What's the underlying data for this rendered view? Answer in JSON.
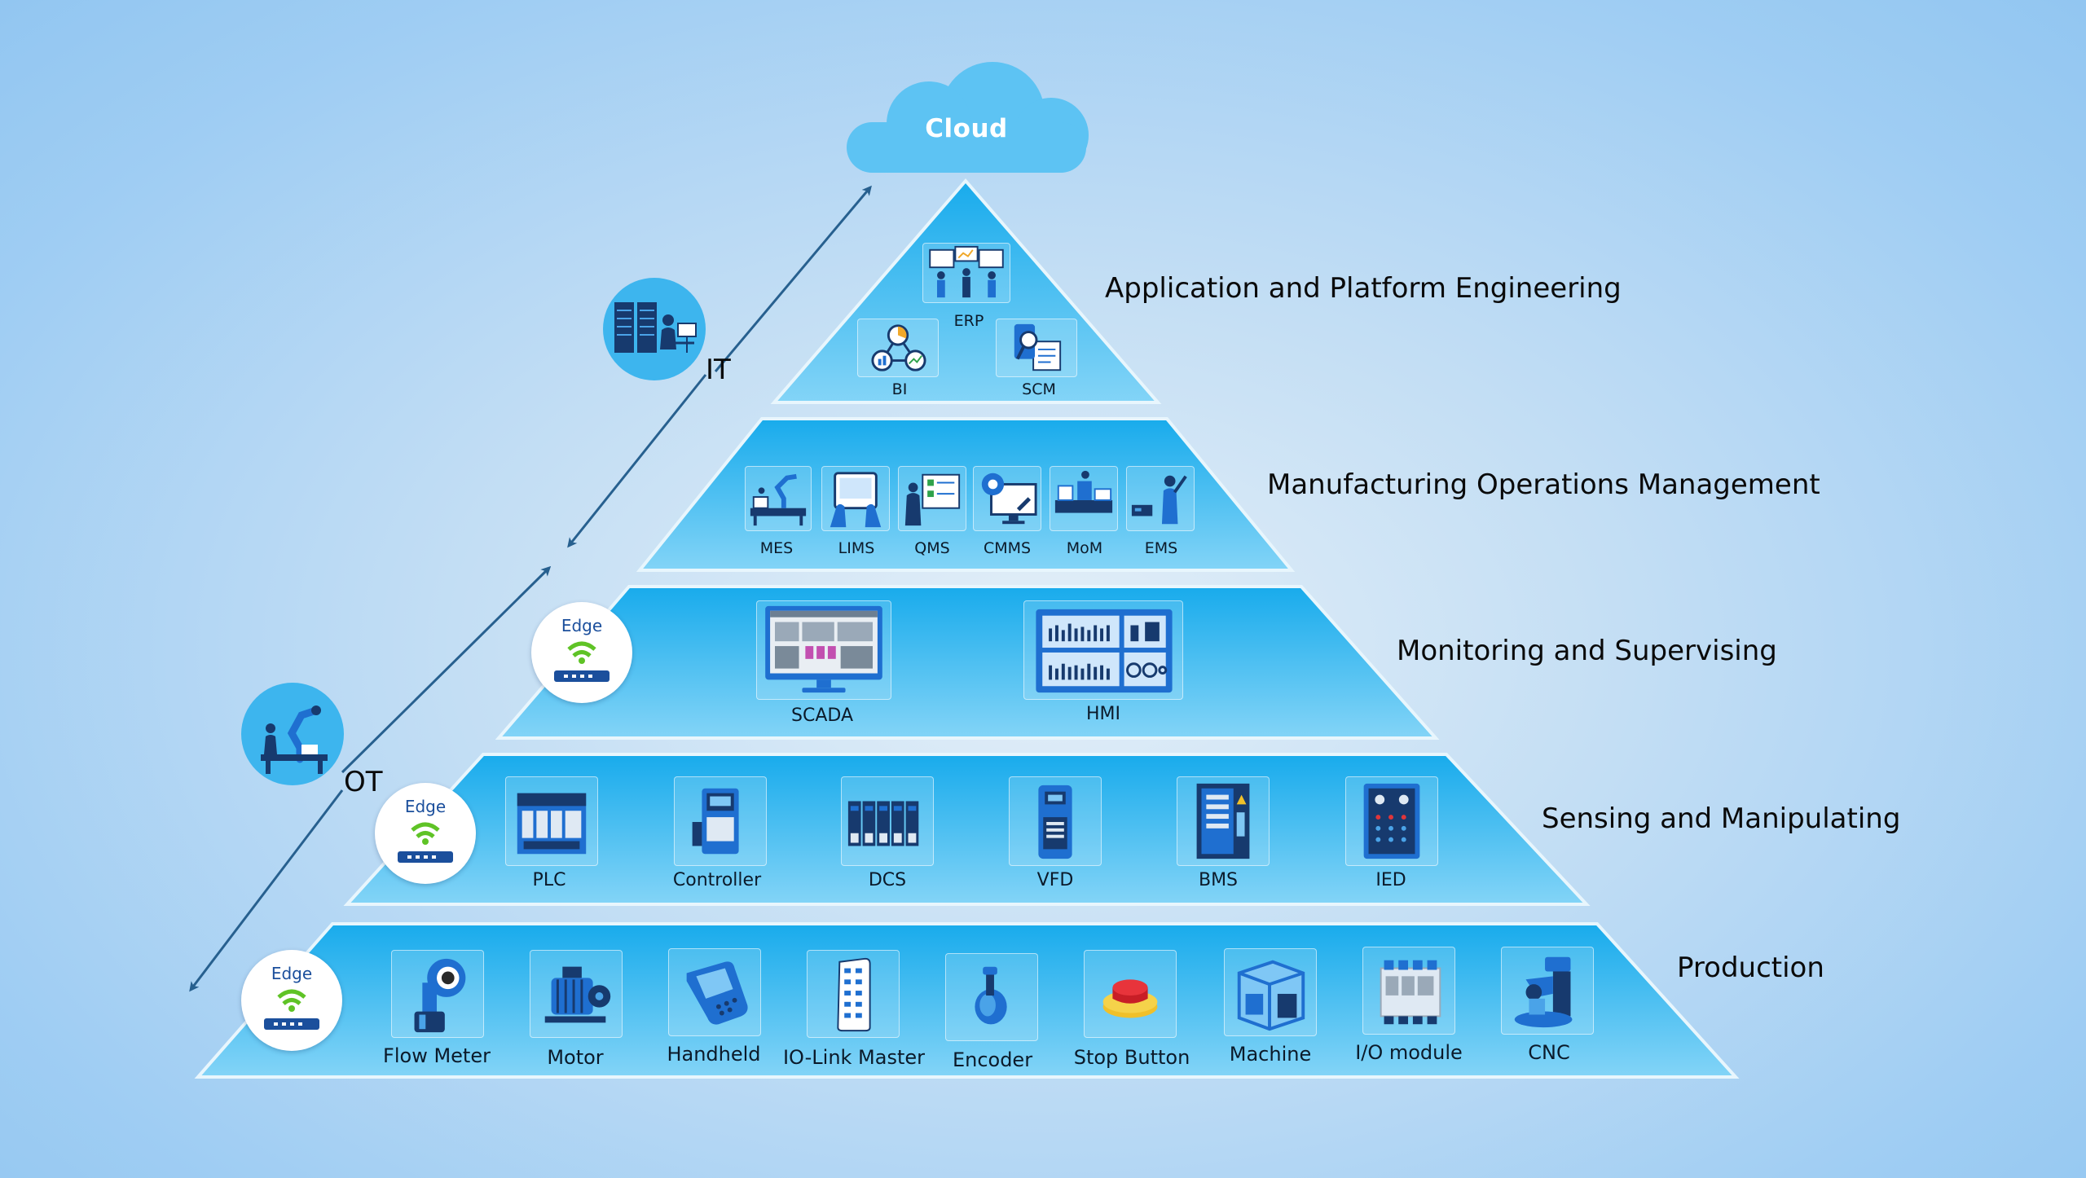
{
  "cloud": {
    "label": "Cloud"
  },
  "axis": {
    "it_label": "IT",
    "ot_label": "OT"
  },
  "layers": [
    {
      "title": "Application and Platform Engineering",
      "items": [
        {
          "label": "ERP",
          "icon": "erp-team-icon"
        },
        {
          "label": "BI",
          "icon": "bi-network-icon"
        },
        {
          "label": "SCM",
          "icon": "scm-magnifier-icon"
        }
      ]
    },
    {
      "title": "Manufacturing Operations Management",
      "items": [
        {
          "label": "MES",
          "icon": "mes-robot-line-icon"
        },
        {
          "label": "LIMS",
          "icon": "lims-tablet-icon"
        },
        {
          "label": "QMS",
          "icon": "qms-board-icon"
        },
        {
          "label": "CMMS",
          "icon": "cmms-gear-monitor-icon"
        },
        {
          "label": "MoM",
          "icon": "mom-factory-icon"
        },
        {
          "label": "EMS",
          "icon": "ems-worker-icon"
        }
      ]
    },
    {
      "title": "Monitoring and Supervising",
      "edge_label": "Edge",
      "items": [
        {
          "label": "SCADA",
          "icon": "scada-monitor-icon"
        },
        {
          "label": "HMI",
          "icon": "hmi-dashboard-icon"
        }
      ]
    },
    {
      "title": "Sensing and Manipulating",
      "edge_label": "Edge",
      "items": [
        {
          "label": "PLC",
          "icon": "plc-icon"
        },
        {
          "label": "Controller",
          "icon": "controller-icon"
        },
        {
          "label": "DCS",
          "icon": "dcs-icon"
        },
        {
          "label": "VFD",
          "icon": "vfd-icon"
        },
        {
          "label": "BMS",
          "icon": "bms-cabinet-icon"
        },
        {
          "label": "IED",
          "icon": "ied-panel-icon"
        }
      ]
    },
    {
      "title": "Production",
      "edge_label": "Edge",
      "items": [
        {
          "label": "Flow Meter",
          "icon": "flow-meter-icon"
        },
        {
          "label": "Motor",
          "icon": "motor-icon"
        },
        {
          "label": "Handheld",
          "icon": "handheld-scanner-icon"
        },
        {
          "label": "IO-Link Master",
          "icon": "io-link-master-icon"
        },
        {
          "label": "Encoder",
          "icon": "encoder-icon"
        },
        {
          "label": "Stop Button",
          "icon": "stop-button-icon"
        },
        {
          "label": "Machine",
          "icon": "machine-icon"
        },
        {
          "label": "I/O module",
          "icon": "io-module-icon"
        },
        {
          "label": "CNC",
          "icon": "cnc-icon"
        }
      ]
    }
  ],
  "colors": {
    "tier_top": "#1aaeed",
    "tier_bottom": "#7fd2f6",
    "tier_border": "#e8f6fd",
    "cloud": "#5dc3f3",
    "arrow": "#27608f",
    "icon_blue": "#1f6fd0",
    "icon_dark": "#173a6e",
    "edge_green": "#5fc326"
  }
}
